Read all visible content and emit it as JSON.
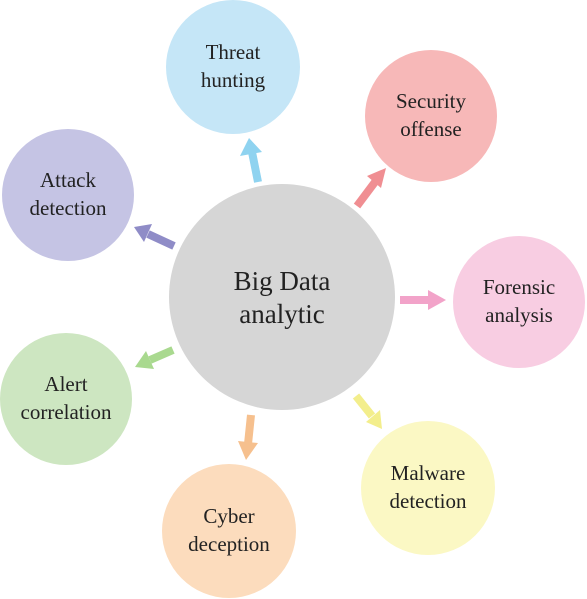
{
  "center": {
    "lines": [
      "Big Data",
      "analytic"
    ],
    "color": "#d6d6d6"
  },
  "nodes": [
    {
      "id": "threat-hunting",
      "lines": [
        "Threat",
        "hunting"
      ],
      "color": "#c5e6f7",
      "arrow_color": "#8fd3f0"
    },
    {
      "id": "security-offense",
      "lines": [
        "Security",
        "offense"
      ],
      "color": "#f7b8b8",
      "arrow_color": "#f08e92"
    },
    {
      "id": "forensic-analysis",
      "lines": [
        "Forensic",
        "analysis"
      ],
      "color": "#f8cde2",
      "arrow_color": "#f2a3c9"
    },
    {
      "id": "malware-detection",
      "lines": [
        "Malware",
        "detection"
      ],
      "color": "#fbf8c4",
      "arrow_color": "#f3ee8c"
    },
    {
      "id": "cyber-deception",
      "lines": [
        "Cyber",
        "deception"
      ],
      "color": "#fcdcbd",
      "arrow_color": "#f6c08e"
    },
    {
      "id": "alert-correlation",
      "lines": [
        "Alert",
        "correlation"
      ],
      "color": "#cde6c1",
      "arrow_color": "#a9d98f"
    },
    {
      "id": "attack-detection",
      "lines": [
        "Attack",
        "detection"
      ],
      "color": "#c5c4e4",
      "arrow_color": "#8f8cc7"
    }
  ]
}
